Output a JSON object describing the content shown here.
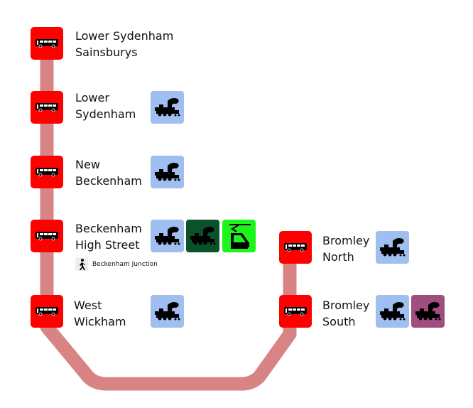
{
  "colors": {
    "route": "#d88484",
    "bus_stop": "#ff0000",
    "national_rail": "#9ebff0",
    "overground_dark": "#0a5227",
    "tram": "#1cf51c",
    "southeastern": "#a04d7f"
  },
  "stops": [
    {
      "id": "lower-sydenham-sainsburys",
      "name": "Lower Sydenham\nSainsburys",
      "icon": "bus-icon",
      "interchanges": []
    },
    {
      "id": "lower-sydenham",
      "name": "Lower\nSydenham",
      "icon": "bus-icon",
      "interchanges": [
        {
          "icon": "steam-train-icon",
          "type": "national_rail"
        }
      ]
    },
    {
      "id": "new-beckenham",
      "name": "New\nBeckenham",
      "icon": "bus-icon",
      "interchanges": [
        {
          "icon": "steam-train-icon",
          "type": "national_rail"
        }
      ]
    },
    {
      "id": "beckenham-high-street",
      "name": "Beckenham\nHigh Street",
      "icon": "bus-icon",
      "interchanges": [
        {
          "icon": "steam-train-icon",
          "type": "national_rail"
        },
        {
          "icon": "steam-train-icon",
          "type": "overground_dark"
        },
        {
          "icon": "tram-icon",
          "type": "tram"
        }
      ],
      "walk": {
        "icon": "walking-person-icon",
        "label": "Beckenham Junction"
      }
    },
    {
      "id": "west-wickham",
      "name": "West\nWickham",
      "icon": "bus-icon",
      "interchanges": [
        {
          "icon": "steam-train-icon",
          "type": "national_rail"
        }
      ]
    },
    {
      "id": "bromley-south",
      "name": "Bromley\nSouth",
      "icon": "bus-icon",
      "interchanges": [
        {
          "icon": "steam-train-icon",
          "type": "national_rail"
        },
        {
          "icon": "steam-train-icon",
          "type": "southeastern"
        }
      ]
    },
    {
      "id": "bromley-north",
      "name": "Bromley\nNorth",
      "icon": "bus-icon",
      "interchanges": [
        {
          "icon": "steam-train-icon",
          "type": "national_rail"
        }
      ]
    }
  ]
}
